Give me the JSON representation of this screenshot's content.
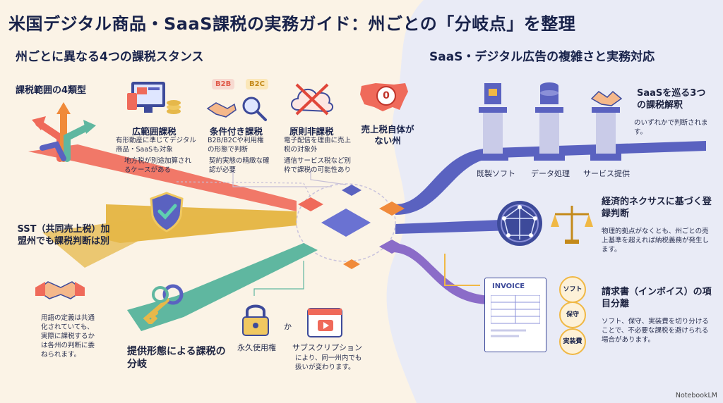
{
  "title": "米国デジタル商品・SaaS課税の実務ガイド：州ごとの「分岐点」を整理",
  "left_section": {
    "heading": "州ごとに異なる4つの課税スタンス",
    "scope_label": "課税範囲の4類型",
    "badges": {
      "b2b": "B2B",
      "b2c": "B2C"
    },
    "map_badge": "0",
    "types": [
      {
        "title": "広範囲課税",
        "body": "有形動産に準じてデジタル商品・SaaSも対象",
        "note": "地方税が別途加算されるケースがある"
      },
      {
        "title": "条件付き課税",
        "body": "B2B/B2Cや利用権の形態で判断",
        "note": "契約実態の精緻な確認が必要"
      },
      {
        "title": "原則非課税",
        "body": "電子配信を理由に売上税の対象外",
        "note": "通信サービス税など別枠で課税の可能性あり"
      },
      {
        "title": "売上税自体がない州"
      }
    ],
    "sst": {
      "title": "SST（共同売上税）加盟州でも課税判断は別",
      "body": "用語の定義は共通化されていても、実際に課税するかは各州の判断に委ねられます。"
    },
    "delivery": {
      "title": "提供形態による課税の分岐",
      "perpetual": "永久使用権",
      "or": "か",
      "subscription": "サブスクリプション",
      "subscription_note": "により、同一州内でも扱いが変わります。"
    }
  },
  "right_section": {
    "heading": "SaaS・デジタル広告の複雑さと実務対応",
    "saas": {
      "title": "SaaSを巡る3つの課税解釈",
      "body": "のいずれかで判断されます。",
      "pillars": [
        "既製ソフト",
        "データ処理",
        "サービス提供"
      ]
    },
    "nexus": {
      "title": "経済的ネクサスに基づく登録判断",
      "body": "物理的拠点がなくとも、州ごとの売上基準を超えれば納税義務が発生します。"
    },
    "invoice": {
      "title": "請求書（インボイス）の項目分離",
      "doc_label": "INVOICE",
      "items": [
        "ソフト",
        "保守",
        "実装費"
      ],
      "body": "ソフト、保守、実装費を切り分けることで、不必要な課税を避けられる場合があります。"
    }
  },
  "footer": "NotebookLM",
  "colors": {
    "navy": "#18224a",
    "cream": "#fbf3e6",
    "lavender": "#e9ebf6",
    "red": "#ef6a5a",
    "gold": "#e6b84a",
    "teal": "#5fb7a0",
    "purple": "#6a5cc0",
    "orange": "#f08a3a"
  }
}
